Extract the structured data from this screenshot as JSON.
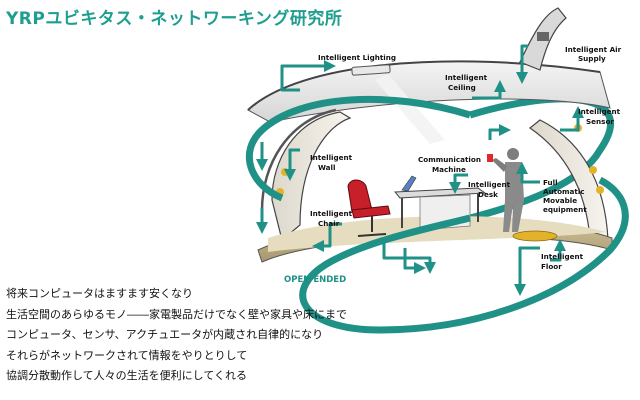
{
  "page": {
    "title": "YRPユビキタス・ネットワーキング研究所",
    "colors": {
      "title": "#1e9e8e",
      "arrow": "#1f9187",
      "accent_red": "#e3282a",
      "floor": "#d9c9a0"
    }
  },
  "labels": {
    "intelligent_lighting": "Intelligent Lighting",
    "intelligent_air_supply_1": "Intelligent Air",
    "intelligent_air_supply_2": "Supply",
    "intelligent_ceiling_1": "Intelligent",
    "intelligent_ceiling_2": "Ceiling",
    "intelligent_sensor_1": "Intelligent",
    "intelligent_sensor_2": "Sensor",
    "intelligent_wall_1": "Intelligent",
    "intelligent_wall_2": "Wall",
    "communication_machine_1": "Communication",
    "communication_machine_2": "Machine",
    "intelligent_desk_1": "Intelligent",
    "intelligent_desk_2": "Desk",
    "full_automatic_1": "Full",
    "full_automatic_2": "Automatic",
    "full_automatic_3": "Movable",
    "full_automatic_4": "equipment",
    "intelligent_chair_1": "Intelligent",
    "intelligent_chair_2": "Chair",
    "intelligent_floor_1": "Intelligent",
    "intelligent_floor_2": "Floor",
    "open_ended": "OPEN ENDED"
  },
  "description": [
    "将来コンピュータはますます安くなり",
    "生活空間のあらゆるモノ――家電製品だけでなく壁や家具や床にまで",
    "コンピュータ、センサ、アクチュエータが内蔵され自律的になり",
    "それらがネットワークされて情報をやりとりして",
    "協調分散動作して人々の生活を便利にしてくれる"
  ]
}
